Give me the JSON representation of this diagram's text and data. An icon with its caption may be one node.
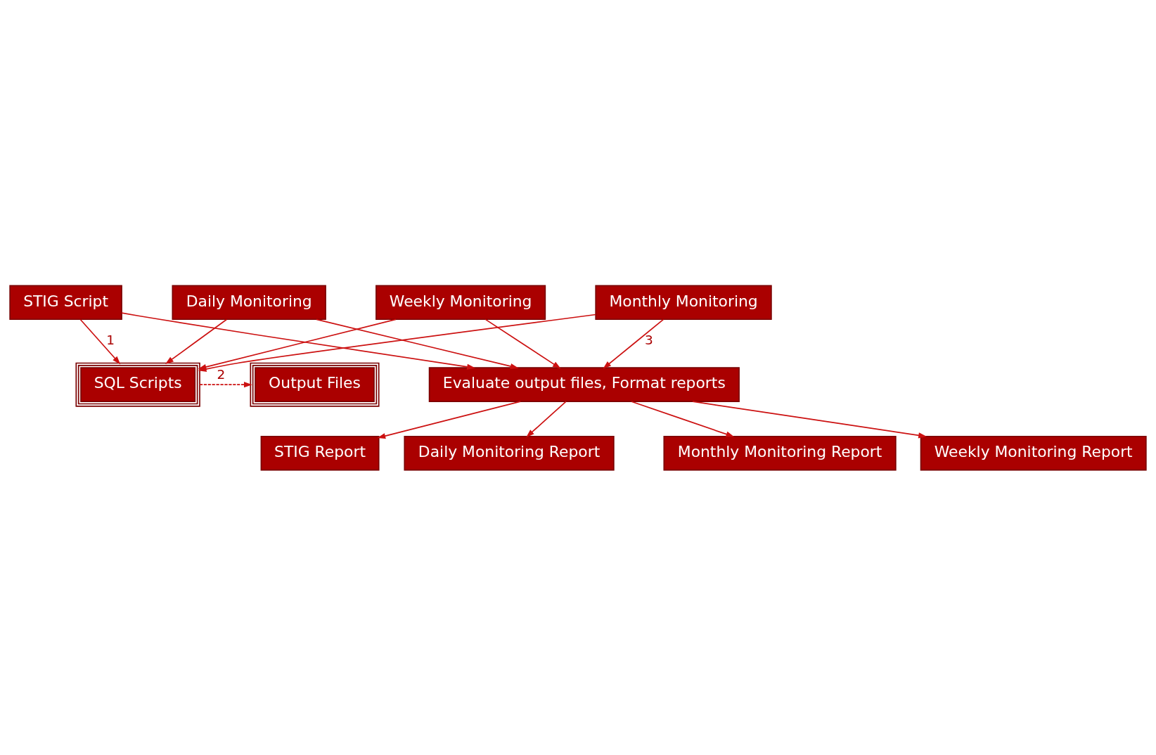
{
  "diagram": {
    "nodes": [
      {
        "text": [
          "STIG Script"
        ]
      },
      {
        "text": [
          "Daily Monitoring"
        ]
      },
      {
        "text": [
          "Weekly Monitoring"
        ]
      },
      {
        "text": [
          "Monthly Monitoring"
        ]
      },
      {
        "text": [
          "SQL Scripts"
        ]
      },
      {
        "text": [
          "Output Files"
        ]
      },
      {
        "text": [
          "Evaluate output files, Format reports"
        ]
      },
      {
        "text": [
          "STIG Report"
        ]
      },
      {
        "text": [
          "Daily Monitoring Report"
        ]
      },
      {
        "text": [
          "Monthly Monitoring Report"
        ]
      },
      {
        "text": [
          "Weekly Monitoring Report"
        ]
      }
    ],
    "edges": [
      {
        "from": 0,
        "to": 4,
        "arrow": "to",
        "label": "1"
      },
      {
        "from": 1,
        "to": 4,
        "arrow": "to"
      },
      {
        "from": 2,
        "to": 4,
        "arrow": "to"
      },
      {
        "from": 3,
        "to": 4,
        "arrow": "to"
      },
      {
        "from": 4,
        "to": 5,
        "arrow": "to",
        "label": "2",
        "style": "dashed"
      },
      {
        "from": 0,
        "to": 6,
        "arrow": "to"
      },
      {
        "from": 1,
        "to": 6,
        "arrow": "to"
      },
      {
        "from": 2,
        "to": 6,
        "arrow": "to"
      },
      {
        "from": 3,
        "to": 6,
        "arrow": "to",
        "label": "3"
      },
      {
        "from": 6,
        "to": 7,
        "arrow": "to"
      },
      {
        "from": 6,
        "to": 8,
        "arrow": "to"
      },
      {
        "from": 6,
        "to": 9,
        "arrow": "to"
      },
      {
        "from": 6,
        "to": 10,
        "arrow": "to"
      }
    ]
  }
}
